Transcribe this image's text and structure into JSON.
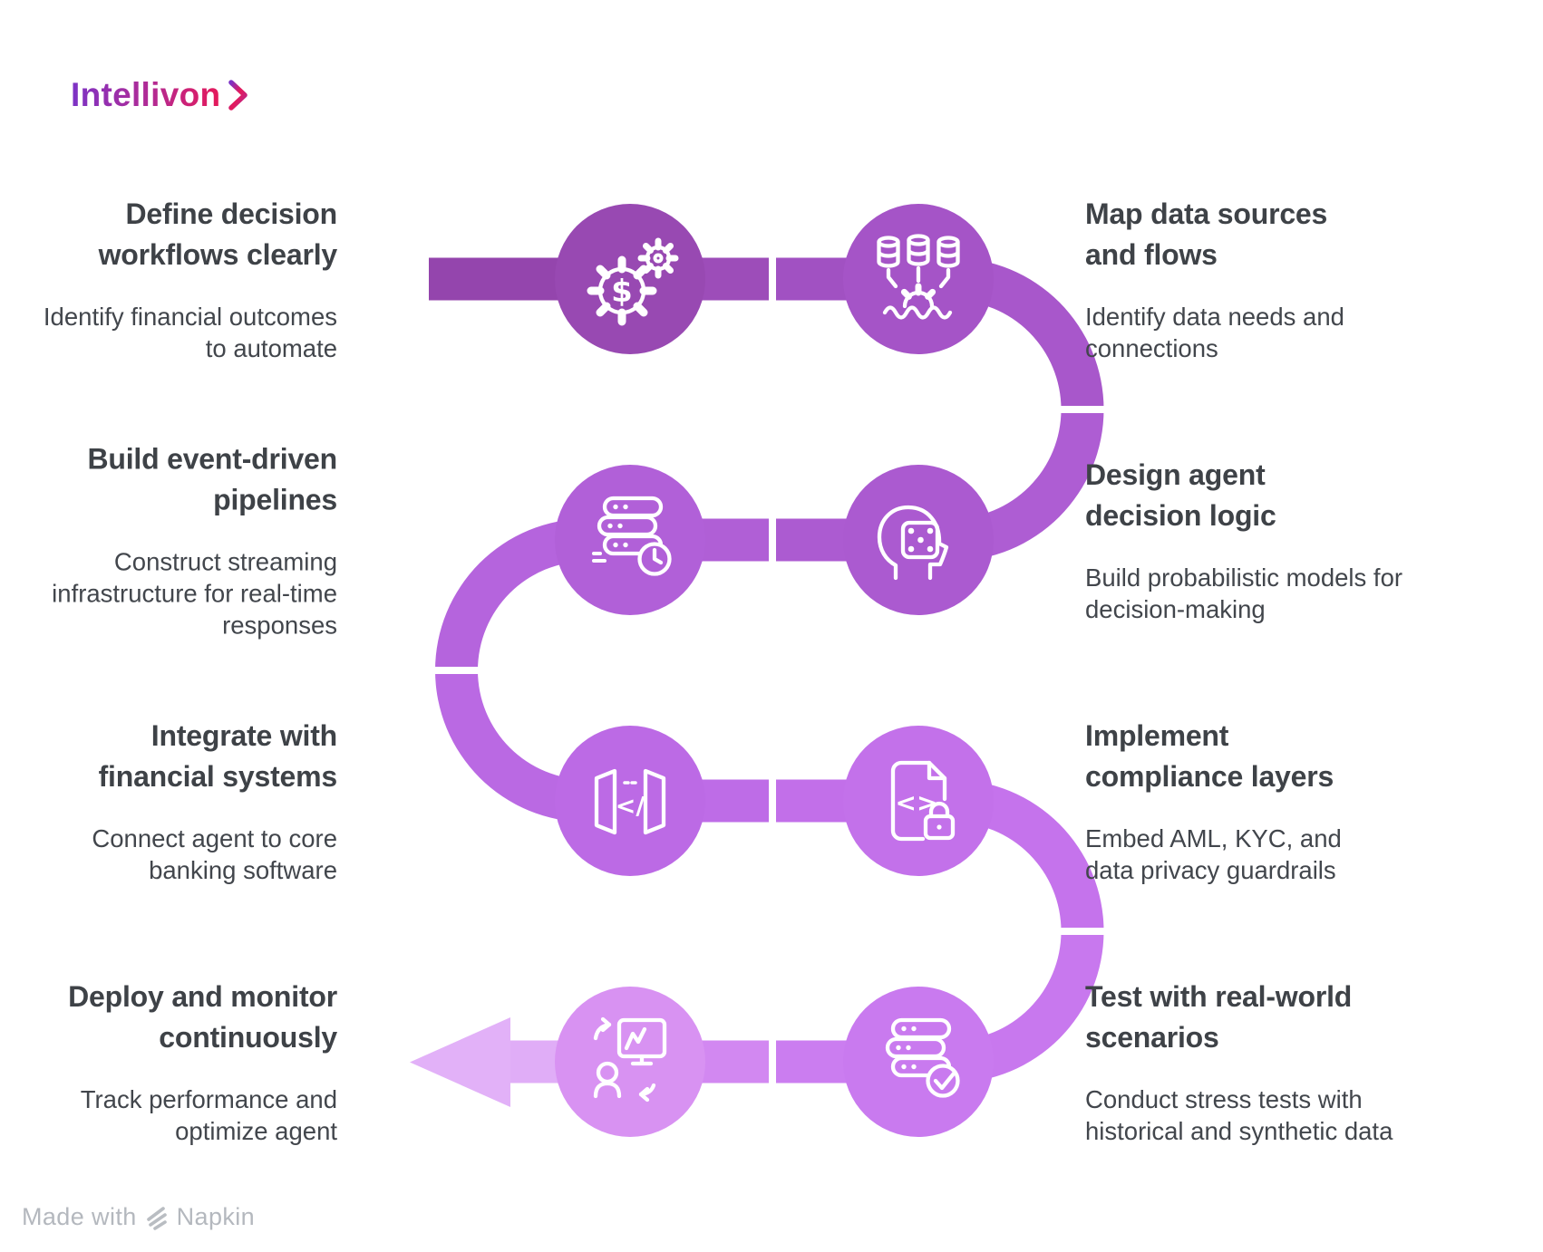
{
  "brand": {
    "name": "Intellivon",
    "chevron_icon": "chevron-right-icon",
    "gradient": [
      "#7c33c6",
      "#b42a92",
      "#e5195a"
    ]
  },
  "background": "#ffffff",
  "text_color": "#3e4247",
  "steps": [
    {
      "side": "left",
      "title": "Define decision workflows clearly",
      "subtitle": "Identify financial outcomes to automate",
      "icon": "gears-dollar-icon",
      "color": "#9849b2"
    },
    {
      "side": "right",
      "title": "Map data sources and flows",
      "subtitle": "Identify data needs and connections",
      "icon": "data-sources-icon",
      "color": "#a554c7"
    },
    {
      "side": "right",
      "title": "Design agent decision logic",
      "subtitle": "Build probabilistic models for decision-making",
      "icon": "head-dice-icon",
      "color": "#ab5ad0"
    },
    {
      "side": "left",
      "title": "Build event-driven pipelines",
      "subtitle": "Construct streaming infrastructure for real-time responses",
      "icon": "server-clock-icon",
      "color": "#b160d8"
    },
    {
      "side": "left",
      "title": "Integrate with financial systems",
      "subtitle": "Connect agent to core banking software",
      "icon": "code-integration-icon",
      "color": "#bc6ae5"
    },
    {
      "side": "right",
      "title": "Implement compliance layers",
      "subtitle": "Embed AML, KYC, and data privacy guardrails",
      "icon": "document-lock-icon",
      "color": "#c371ea"
    },
    {
      "side": "right",
      "title": "Test with real-world scenarios",
      "subtitle": "Conduct stress tests with historical and synthetic data",
      "icon": "server-check-icon",
      "color": "#c97aef"
    },
    {
      "side": "left",
      "title": "Deploy and monitor continuously",
      "subtitle": "Track performance and optimize agent",
      "icon": "monitor-person-icon",
      "color": "#d892f2"
    }
  ],
  "flow": {
    "stub": "#9445ad",
    "row1_left": "#9d4db9",
    "row1_right": "#a151c2",
    "ring12_top": "#a857cb",
    "ring12_bottom": "#ae5dd3",
    "row2_right": "#ac5bd1",
    "row2_left": "#b05fd6",
    "ring23_top": "#b564dd",
    "ring23_bottom": "#ba69e3",
    "row3_left": "#be6ce7",
    "row3_right": "#c26fe9",
    "ring34_top": "#c573ec",
    "ring34_bottom": "#c878ee",
    "row4_right": "#cb7df0",
    "row4_left": "#d288f1",
    "tail": "#e0adf7",
    "arrowhead": "#e2b1f8",
    "gap_color": "#ffffff"
  },
  "icon_glyphs": {
    "dollar": "$",
    "code_open": "</",
    "code_pair": "<>"
  },
  "footer": {
    "prefix": "Made with",
    "brand": "Napkin",
    "color": "#b4b8be",
    "icon": "napkin-logo-icon"
  }
}
